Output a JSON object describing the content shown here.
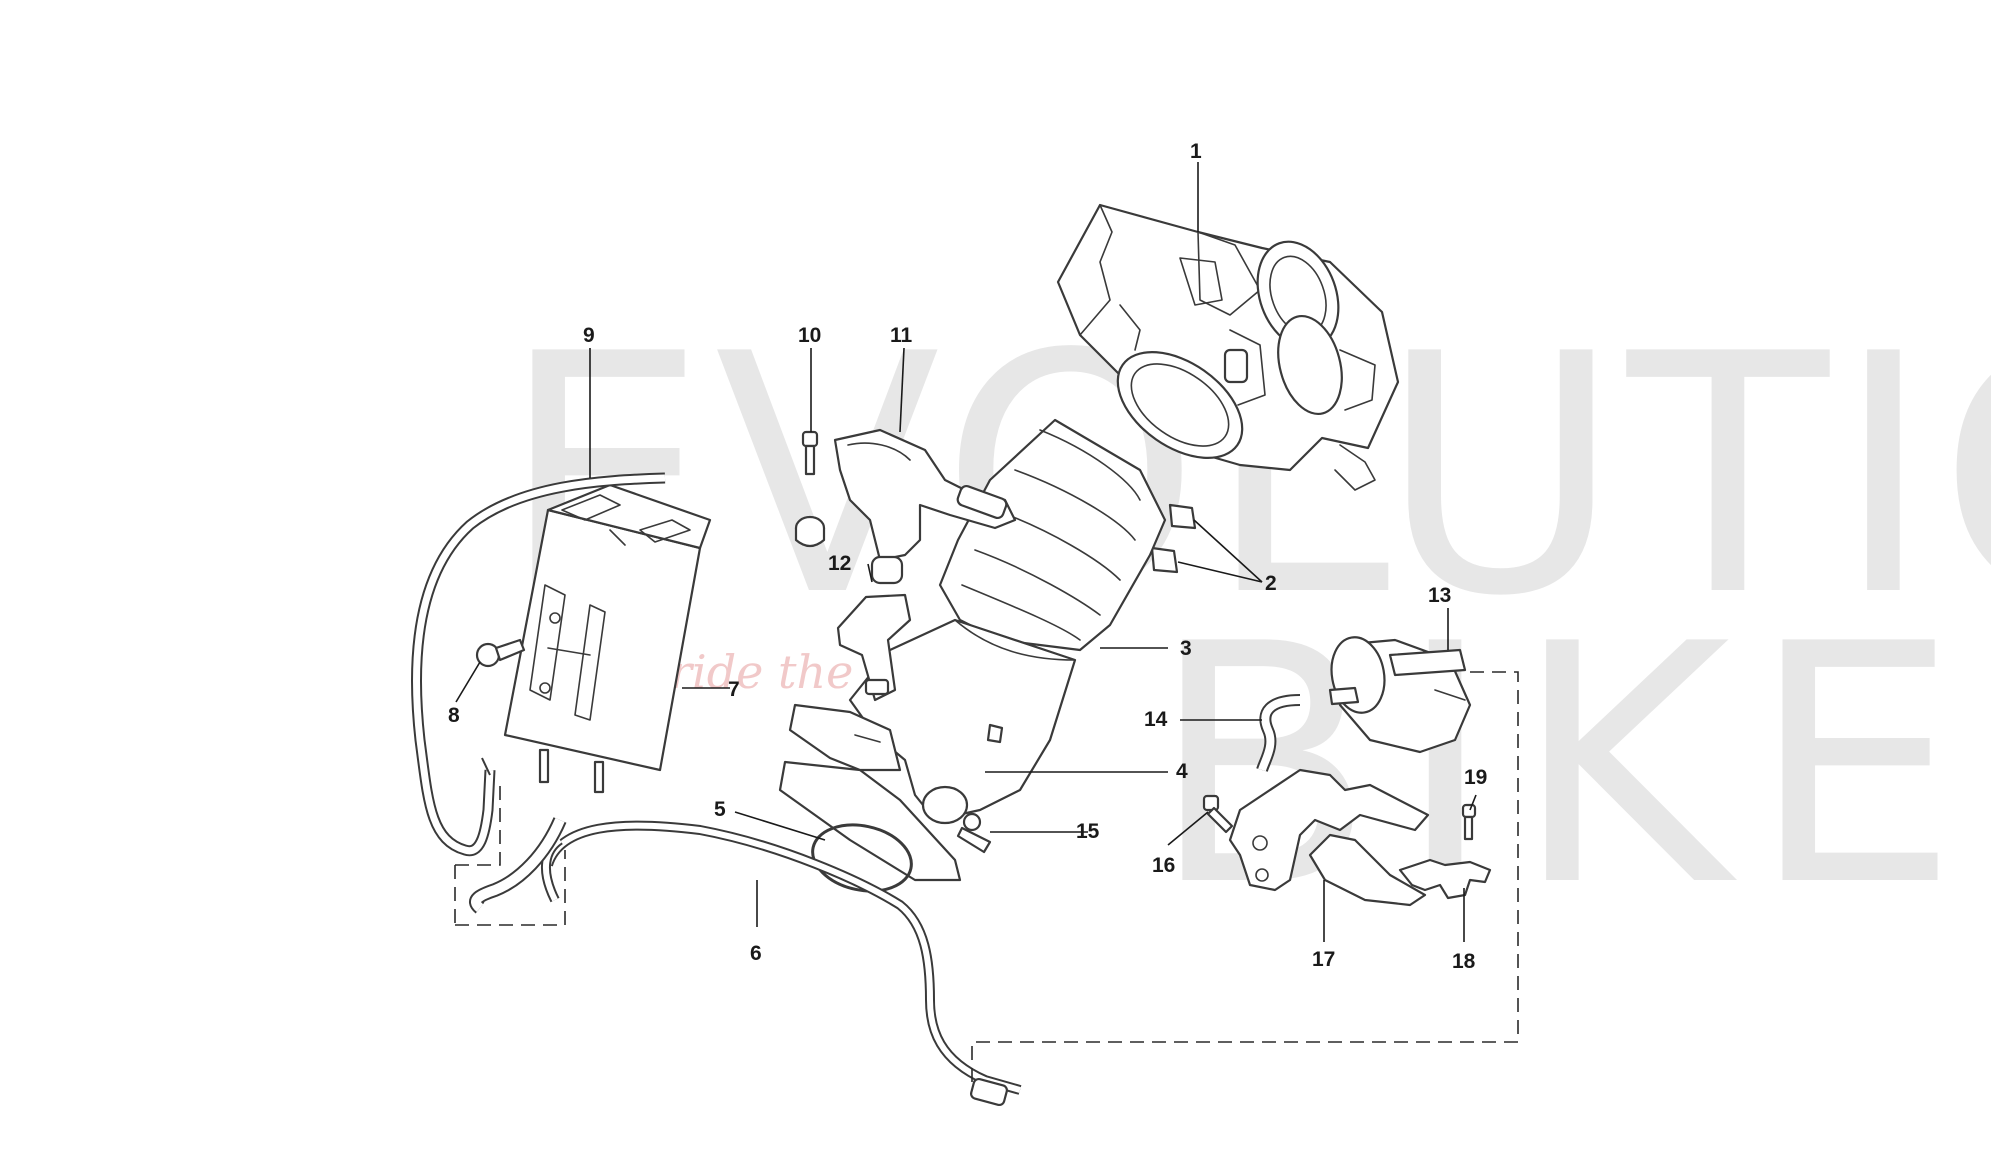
{
  "watermark": {
    "line1": "EVOLUTION",
    "line2": "BIKE",
    "slogan": "ride the power",
    "slogan_color": "#e6a3a3"
  },
  "callouts": [
    "1",
    "2",
    "3",
    "4",
    "5",
    "6",
    "7",
    "8",
    "9",
    "10",
    "11",
    "12",
    "13",
    "14",
    "15",
    "16",
    "17",
    "18",
    "19"
  ]
}
